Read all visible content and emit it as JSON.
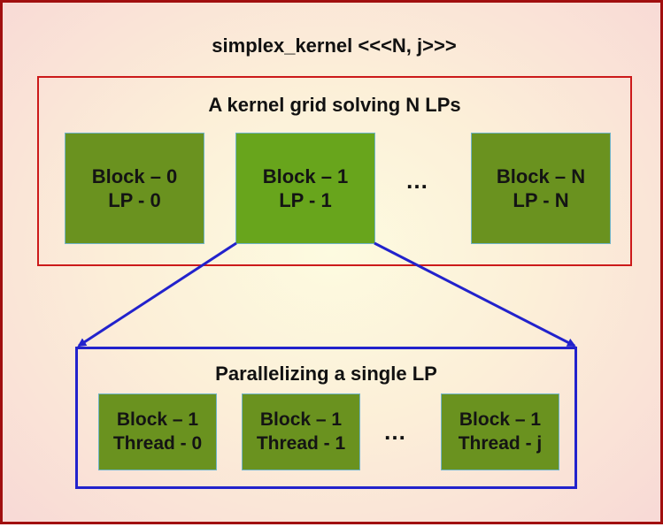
{
  "kernel_title": "simplex_kernel <<<N, j>>>",
  "grid": {
    "title": "A kernel grid solving N LPs",
    "blocks": [
      {
        "line1": "Block – 0",
        "line2": "LP - 0"
      },
      {
        "line1": "Block – 1",
        "line2": "LP - 1"
      },
      {
        "line1": "Block – N",
        "line2": "LP - N"
      }
    ],
    "ellipsis": "…"
  },
  "single_lp": {
    "title": "Parallelizing a single LP",
    "blocks": [
      {
        "line1": "Block – 1",
        "line2": "Thread - 0"
      },
      {
        "line1": "Block – 1",
        "line2": "Thread - 1"
      },
      {
        "line1": "Block – 1",
        "line2": "Thread - j"
      }
    ],
    "ellipsis": "…"
  },
  "colors": {
    "outer_border": "#a10f0f",
    "grid_border": "#cc1a1a",
    "lp_border": "#2222cc",
    "block_fill": "#6a921f",
    "arrow": "#2222cc"
  }
}
